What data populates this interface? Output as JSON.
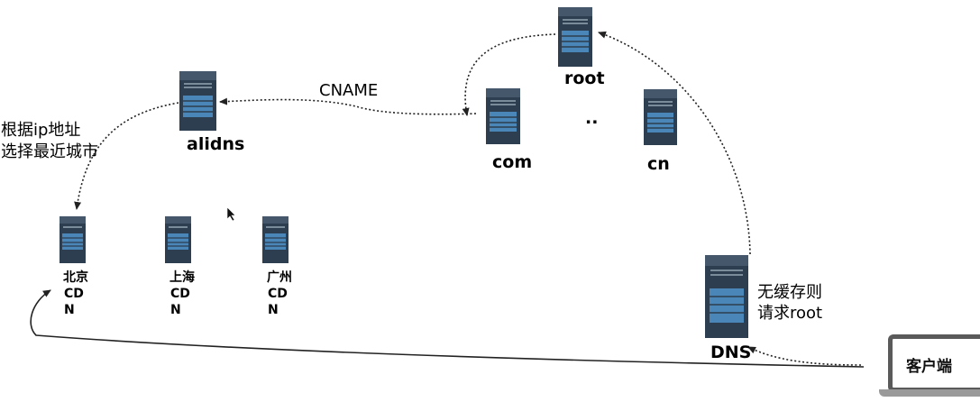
{
  "servers": {
    "root": "root",
    "com": "com",
    "ellipsis": "..",
    "cn": "cn",
    "alidns": "alidns",
    "dns": "DNS"
  },
  "cdn_nodes": [
    {
      "city": "北京",
      "line2": "CD",
      "line3": "N"
    },
    {
      "city": "上海",
      "line2": "CD",
      "line3": "N"
    },
    {
      "city": "广州",
      "line2": "CD",
      "line3": "N"
    }
  ],
  "labels": {
    "cname": "CNAME",
    "geo_line1": "根据ip地址",
    "geo_line2": "选择最近城市",
    "nocache_line1": "无缓存则",
    "nocache_line2": "请求root",
    "client": "客户端"
  },
  "colors": {
    "server_body": "#2c3e4f",
    "server_top": "#45576a",
    "server_stripe": "#4a86b8",
    "line": "#222222"
  }
}
